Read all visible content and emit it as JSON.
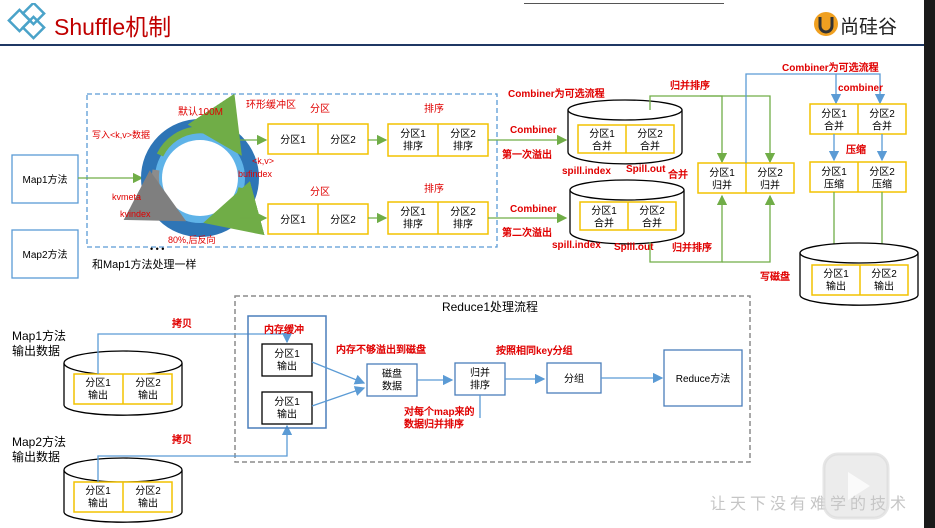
{
  "header": {
    "title": "Shuffle机制",
    "brand": "尚硅谷"
  },
  "watermark": "让天下没有难学的技术",
  "labels": {
    "default_100m": "默认100M",
    "ring_buffer": "环形缓冲区",
    "write_kv": "写入<k,v>数据",
    "kv": "<k,v>",
    "bufindex": "bufindex",
    "kvmeta": "kvmeta",
    "kvindex": "kvindex",
    "pct80": "80%,后反向",
    "dots": "• • •",
    "map2_same": "和Map1方法处理一样",
    "partition1": "分区",
    "partition2": "分区",
    "sort1": "排序",
    "sort2": "排序",
    "combiner1": "Combiner",
    "combiner2": "Combiner",
    "spill1": "第一次溢出",
    "spill2": "第二次溢出",
    "spill_index1": "spill.index",
    "spill_out1": "Spill.out",
    "spill_index2": "spill.index",
    "spill_out2": "Spill.out",
    "combiner_optional_a": "Combiner为可选流程",
    "combiner_optional_b": "Combiner为可选流程",
    "merge_sort_top": "归并排序",
    "merge_sort_bottom": "归并排序",
    "merge": "合并",
    "combiner_right": "combiner",
    "compress": "压缩",
    "write_disk": "写磁盘",
    "copy1": "拷贝",
    "copy2": "拷贝",
    "reduce_title": "Reduce1处理流程",
    "mem_buffer": "内存缓冲",
    "mem_overflow": "内存不够溢出到磁盘",
    "group_by_key": "按照相同key分组",
    "per_map_merge": "对每个map来的\n数据归并排序"
  },
  "boxes": {
    "map1": "Map1方法",
    "map2": "Map2方法",
    "p1": "分区1",
    "p2": "分区2",
    "p1_sort": "分区1\n排序",
    "p2_sort": "分区2\n排序",
    "p1_merge": "分区1\n合并",
    "p2_merge": "分区2\n合并",
    "p1_guibing": "分区1\n归并",
    "p2_guibing": "分区2\n归并",
    "p1_compress": "分区1\n压缩",
    "p2_compress": "分区2\n压缩",
    "p1_output": "分区1\n输出",
    "p2_output": "分区2\n输出",
    "disk_data": "磁盘\n数据",
    "merge_sort": "归并\n排序",
    "group": "分组",
    "reduce_method": "Reduce方法",
    "map1_output": "Map1方法\n输出数据",
    "map2_output": "Map2方法\n输出数据"
  },
  "colors": {
    "title_red": "#c00000",
    "label_red": "#e00000",
    "box_yellow": "#f2c200",
    "box_blue": "#4a7ebb",
    "arrow_green": "#70ad47",
    "arrow_blue": "#5b9bd5",
    "ring_blue": "#2e75b6",
    "ring_light": "#5fb3e8",
    "dashed_blue": "#5b9bd5",
    "dashed_gray": "#8c8c8c"
  }
}
